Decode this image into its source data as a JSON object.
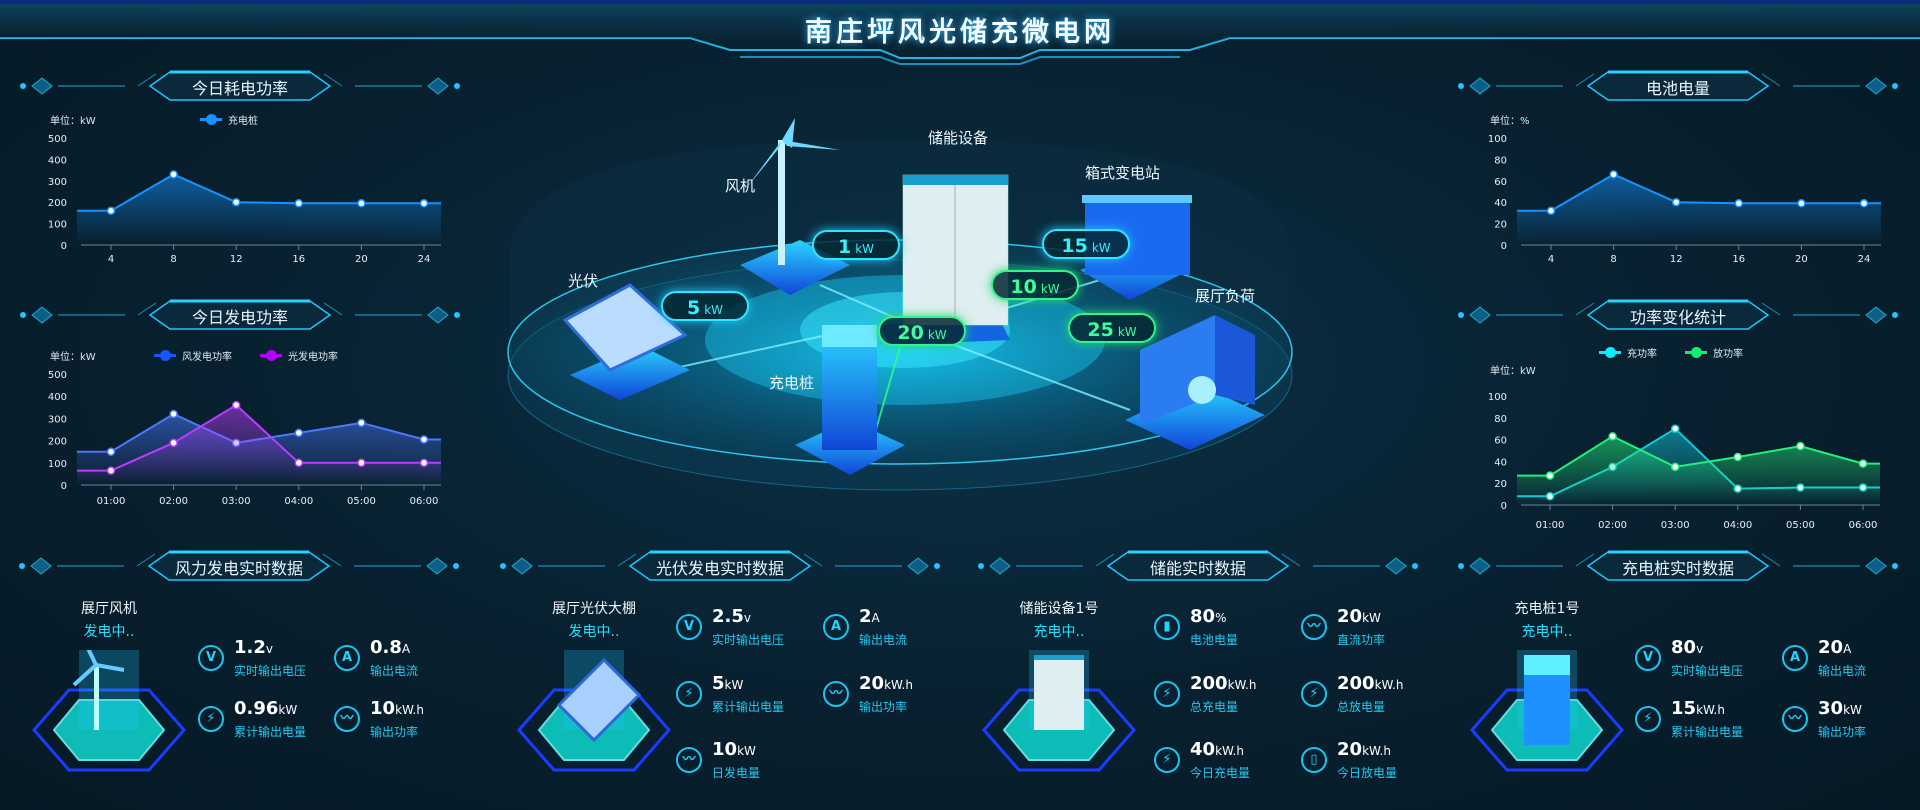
{
  "header": {
    "title": "南庄坪风光储充微电网"
  },
  "colors": {
    "accent": "#1fc6ff",
    "green": "#2ff58a",
    "bg": "#071c2a"
  },
  "center": {
    "labels": {
      "storage": "储能设备",
      "wind": "风机",
      "substation": "箱式变电站",
      "pv": "光伏",
      "hall_load": "展厅负荷",
      "charger": "充电桩"
    },
    "unit": "kW",
    "flows": {
      "wind": "1",
      "substation": "15",
      "pv": "5",
      "storage": "10",
      "charger": "20",
      "hall_load": "25"
    }
  },
  "chart_data": [
    {
      "type": "area",
      "title": "今日耗电功率",
      "unit_label": "单位：kW",
      "x": [
        "4",
        "8",
        "12",
        "16",
        "20",
        "24"
      ],
      "ylim": [
        0,
        500
      ],
      "yticks": [
        "0",
        "100",
        "200",
        "300",
        "400",
        "500"
      ],
      "series": [
        {
          "name": "充电桩",
          "color": "#1592ff",
          "values": [
            160,
            330,
            200,
            195,
            195,
            195
          ]
        }
      ]
    },
    {
      "type": "area",
      "title": "今日发电功率",
      "unit_label": "单位：kW",
      "x": [
        "01:00",
        "02:00",
        "03:00",
        "04:00",
        "05:00",
        "06:00"
      ],
      "ylim": [
        0,
        500
      ],
      "yticks": [
        "0",
        "100",
        "200",
        "300",
        "400",
        "500"
      ],
      "series": [
        {
          "name": "风发电功率",
          "color": "#4a78ff",
          "values": [
            150,
            320,
            190,
            235,
            280,
            205
          ]
        },
        {
          "name": "光发电功率",
          "color": "#b93cff",
          "values": [
            65,
            190,
            360,
            100,
            100,
            100
          ]
        }
      ]
    },
    {
      "type": "area",
      "title": "电池电量",
      "unit_label": "单位：%",
      "x": [
        "4",
        "8",
        "12",
        "16",
        "20",
        "24"
      ],
      "ylim": [
        0,
        100
      ],
      "yticks": [
        "0",
        "20",
        "40",
        "60",
        "80",
        "100"
      ],
      "series": [
        {
          "name": "",
          "color": "#1592ff",
          "values": [
            32,
            66,
            40,
            39,
            39,
            39
          ]
        }
      ]
    },
    {
      "type": "area",
      "title": "功率变化统计",
      "unit_label": "单位：kW",
      "x": [
        "01:00",
        "02:00",
        "03:00",
        "04:00",
        "05:00",
        "06:00"
      ],
      "ylim": [
        0,
        100
      ],
      "yticks": [
        "0",
        "20",
        "40",
        "60",
        "80",
        "100"
      ],
      "series": [
        {
          "name": "充功率",
          "color": "#12c9d8",
          "values": [
            8,
            35,
            70,
            15,
            16,
            16
          ]
        },
        {
          "name": "放功率",
          "color": "#22f07a",
          "values": [
            27,
            63,
            35,
            44,
            54,
            38
          ]
        }
      ]
    }
  ],
  "bottom": [
    {
      "title": "风力发电实时数据",
      "device": "展厅风机",
      "status": "发电中..",
      "stats": [
        {
          "icon": "V",
          "value": "1.2",
          "unit": "v",
          "label": "实时输出电压"
        },
        {
          "icon": "A",
          "value": "0.8",
          "unit": "A",
          "label": "输出电流"
        },
        {
          "icon": "⚡",
          "value": "0.96",
          "unit": "kW",
          "label": "累计输出电量"
        },
        {
          "icon": "〰",
          "value": "10",
          "unit": "kW.h",
          "label": "输出功率"
        }
      ]
    },
    {
      "title": "光伏发电实时数据",
      "device": "展厅光伏大棚",
      "status": "发电中..",
      "stats": [
        {
          "icon": "V",
          "value": "2.5",
          "unit": "v",
          "label": "实时输出电压"
        },
        {
          "icon": "A",
          "value": "2",
          "unit": "A",
          "label": "输出电流"
        },
        {
          "icon": "⚡",
          "value": "5",
          "unit": "kW",
          "label": "累计输出电量"
        },
        {
          "icon": "〰",
          "value": "20",
          "unit": "kW.h",
          "label": "输出功率"
        },
        {
          "icon": "〰",
          "value": "10",
          "unit": "kW",
          "label": "日发电量"
        }
      ]
    },
    {
      "title": "储能实时数据",
      "device": "储能设备1号",
      "status": "充电中..",
      "stats": [
        {
          "icon": "▮",
          "value": "80",
          "unit": "%",
          "label": "电池电量"
        },
        {
          "icon": "〰",
          "value": "20",
          "unit": "kW",
          "label": "直流功率"
        },
        {
          "icon": "⚡",
          "value": "200",
          "unit": "kW.h",
          "label": "总充电量"
        },
        {
          "icon": "⚡",
          "value": "200",
          "unit": "kW.h",
          "label": "总放电量"
        },
        {
          "icon": "⚡",
          "value": "40",
          "unit": "kW.h",
          "label": "今日充电量"
        },
        {
          "icon": "▯",
          "value": "20",
          "unit": "kW.h",
          "label": "今日放电量"
        }
      ]
    },
    {
      "title": "充电桩实时数据",
      "device": "充电桩1号",
      "status": "充电中..",
      "stats": [
        {
          "icon": "V",
          "value": "80",
          "unit": "v",
          "label": "实时输出电压"
        },
        {
          "icon": "A",
          "value": "20",
          "unit": "A",
          "label": "输出电流"
        },
        {
          "icon": "⚡",
          "value": "15",
          "unit": "kW.h",
          "label": "累计输出电量"
        },
        {
          "icon": "〰",
          "value": "30",
          "unit": "kW",
          "label": "输出功率"
        }
      ]
    }
  ]
}
